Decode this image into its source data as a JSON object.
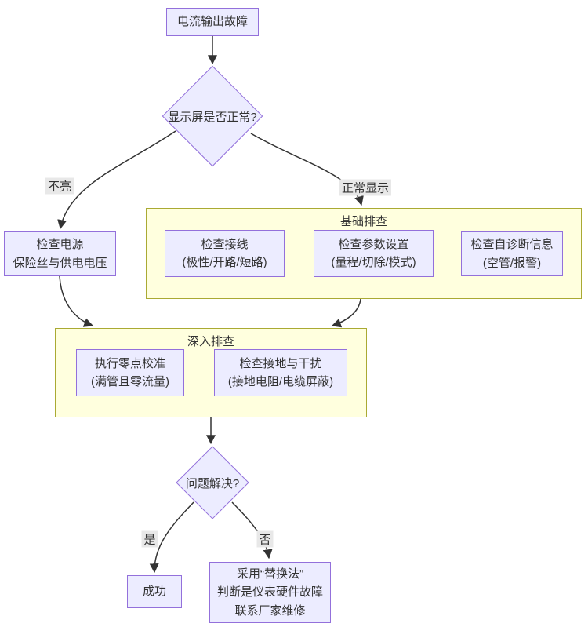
{
  "flowchart": {
    "nodes": {
      "start": "电流输出故障",
      "decision_display": "显示屏是否正常?",
      "check_power": "检查电源\n保险丝与供电电压",
      "check_wiring": "检查接线\n(极性/开路/短路)",
      "check_params": "检查参数设置\n(量程/切除/模式)",
      "check_diagnostics": "检查自诊断信息\n(空管/报警)",
      "zero_calibration": "执行零点校准\n(满管且零流量)",
      "check_grounding": "检查接地与干扰\n(接地电阻/电缆屏蔽)",
      "decision_solved": "问题解决?",
      "success": "成功",
      "replacement": "采用“替换法”\n判断是仪表硬件故障\n联系厂家维修"
    },
    "groups": {
      "basic": "基础排查",
      "deep": "深入排查"
    },
    "edge_labels": {
      "not_lit": "不亮",
      "normal_display": "正常显示",
      "yes": "是",
      "no": "否"
    },
    "colors": {
      "node_fill": "#ECECFF",
      "node_border": "#9370DB",
      "group_fill": "#FFFFDE",
      "group_border": "#AAAA33",
      "edge_line": "#333333",
      "edge_label_bg": "#E8E8E8",
      "text": "#333333"
    }
  }
}
